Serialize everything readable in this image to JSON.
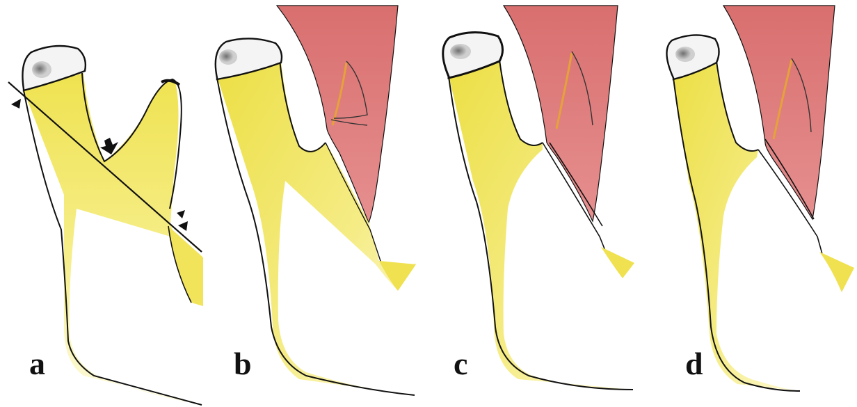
{
  "panels": [
    {
      "id": "a",
      "label": "a"
    },
    {
      "id": "b",
      "label": "b"
    },
    {
      "id": "c",
      "label": "c"
    },
    {
      "id": "d",
      "label": "d"
    }
  ],
  "colors": {
    "bone": "#f1e65a",
    "bone_light": "#faf3a8",
    "cartilage": "#f4f4f4",
    "cartilage_shadow": "#8a8a8a",
    "muscle": "#e07f7f",
    "muscle_dark": "#c85d5d",
    "muscle_stripe": "#e6a23a",
    "outline": "#111111",
    "background": "#ffffff"
  },
  "icons": [
    "arrowhead-icon",
    "arrow-icon",
    "double-arrowhead-icon"
  ]
}
